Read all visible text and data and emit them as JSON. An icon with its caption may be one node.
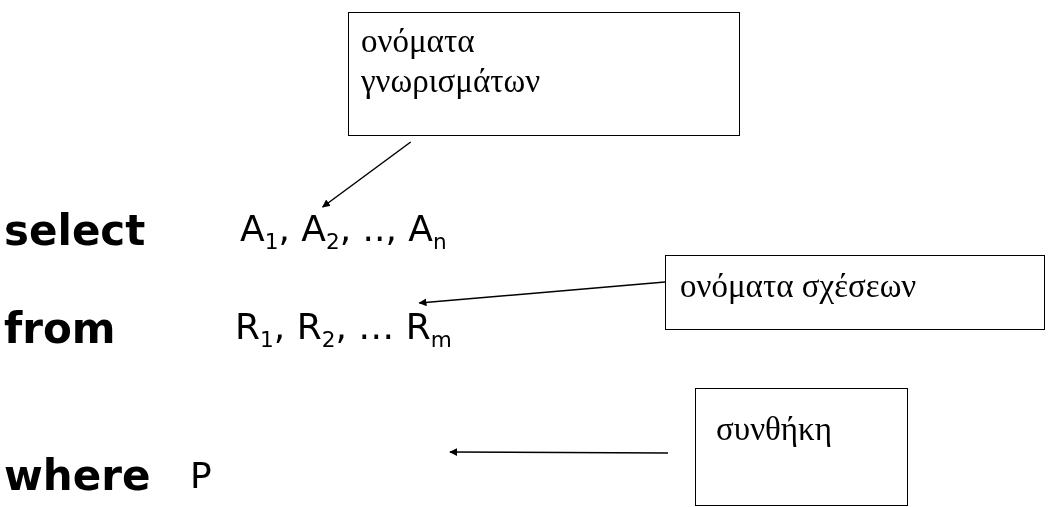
{
  "diagram": {
    "nodes": [
      {
        "text": [
          "ονόματα γνωρισμάτων"
        ]
      },
      {
        "text": [
          "ονόματα σχέσεων"
        ]
      },
      {
        "text": [
          "συνθήκη"
        ]
      },
      {
        "text": [
          "A$_{1}$, A$_{2}$, .., A$_{n}$"
        ]
      },
      {
        "text": [
          "R$_{1}$, R$_{2}$, … R$_{m}$"
        ]
      },
      {
        "text": [
          "P"
        ]
      }
    ],
    "edges": [
      {
        "from": 0,
        "to": 3,
        "arrow": "to"
      },
      {
        "from": 1,
        "to": 4,
        "arrow": "to"
      },
      {
        "from": 2,
        "to": null,
        "arrow": "to"
      }
    ],
    "labels": [
      "select",
      "from",
      "where"
    ]
  }
}
